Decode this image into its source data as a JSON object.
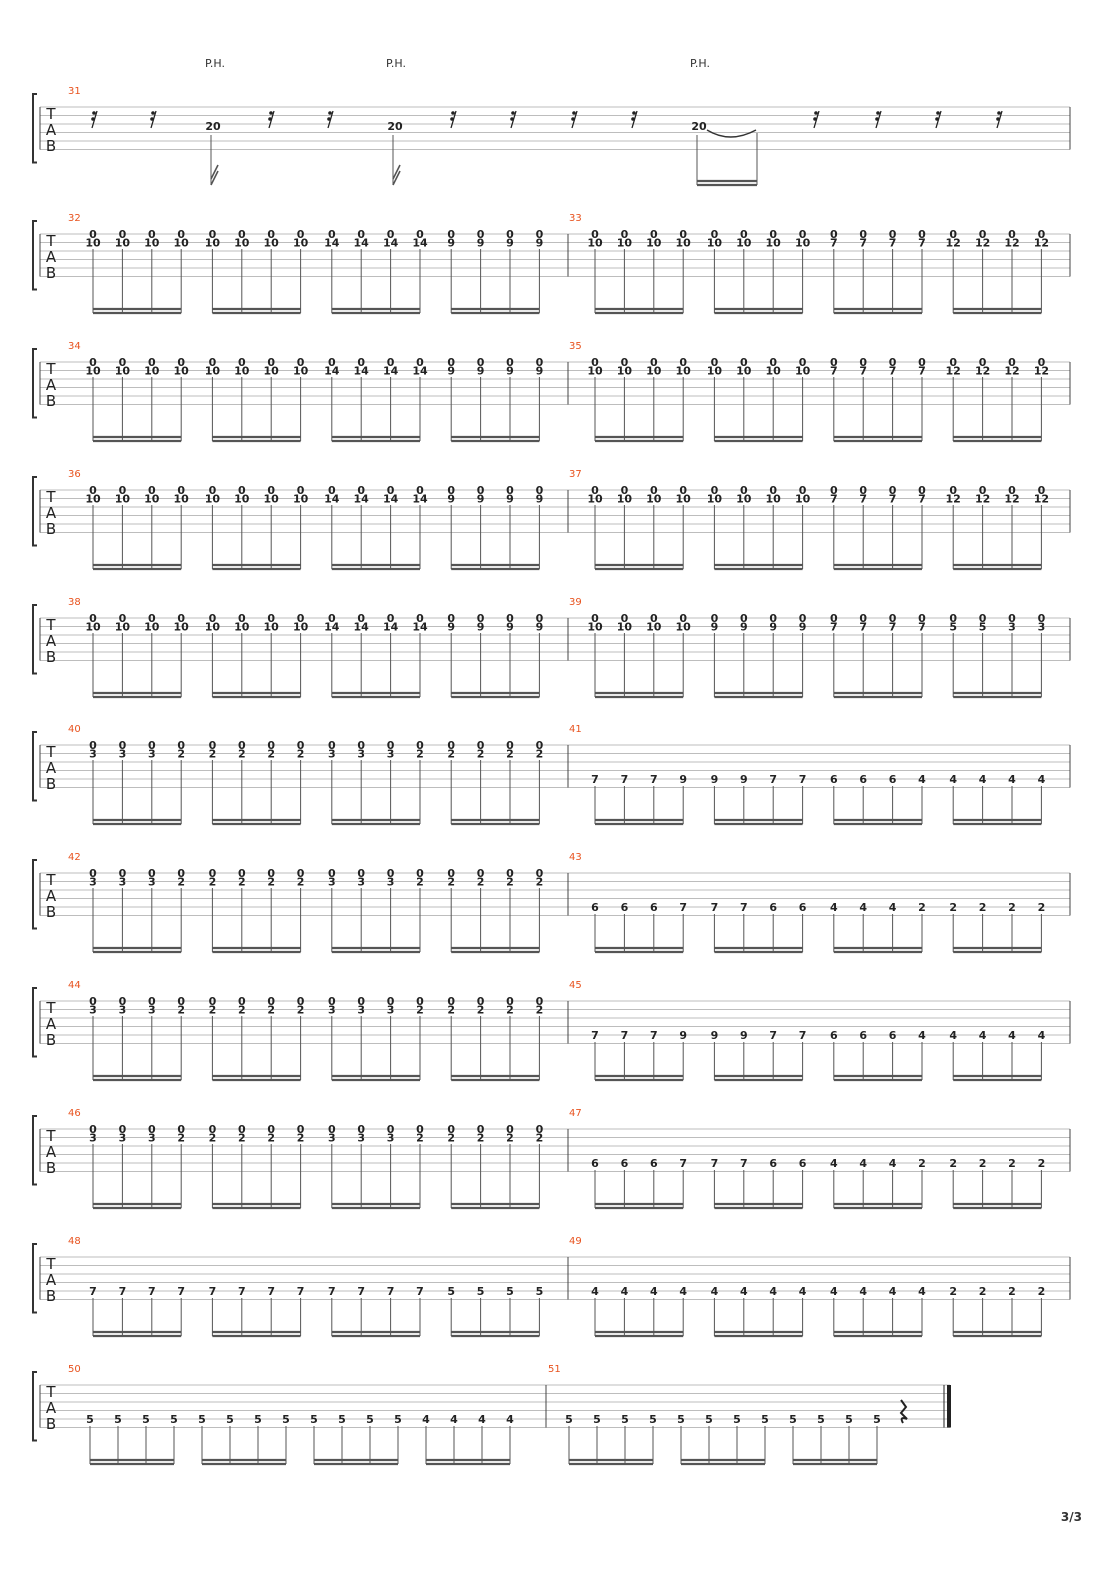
{
  "page_number": "3/3",
  "tab_clef_letters": [
    "T",
    "A",
    "B"
  ],
  "pattern_definitions": {
    "A": [
      [
        [
          "0",
          "10"
        ],
        [
          "0",
          "10"
        ],
        [
          "0",
          "10"
        ],
        [
          "0",
          "10"
        ]
      ],
      [
        [
          "0",
          "10"
        ],
        [
          "0",
          "10"
        ],
        [
          "0",
          "10"
        ],
        [
          "0",
          "10"
        ]
      ],
      [
        [
          "0",
          "14"
        ],
        [
          "0",
          "14"
        ],
        [
          "0",
          "14"
        ],
        [
          "0",
          "14"
        ]
      ],
      [
        [
          "0",
          "9"
        ],
        [
          "0",
          "9"
        ],
        [
          "0",
          "9"
        ],
        [
          "0",
          "9"
        ]
      ]
    ],
    "B": [
      [
        [
          "0",
          "10"
        ],
        [
          "0",
          "10"
        ],
        [
          "0",
          "10"
        ],
        [
          "0",
          "10"
        ]
      ],
      [
        [
          "0",
          "10"
        ],
        [
          "0",
          "10"
        ],
        [
          "0",
          "10"
        ],
        [
          "0",
          "10"
        ]
      ],
      [
        [
          "0",
          "7"
        ],
        [
          "0",
          "7"
        ],
        [
          "0",
          "7"
        ],
        [
          "0",
          "7"
        ]
      ],
      [
        [
          "0",
          "12"
        ],
        [
          "0",
          "12"
        ],
        [
          "0",
          "12"
        ],
        [
          "0",
          "12"
        ]
      ]
    ],
    "C": [
      [
        [
          "0",
          "3"
        ],
        [
          "0",
          "3"
        ],
        [
          "0",
          "3"
        ],
        [
          "0",
          "2"
        ]
      ],
      [
        [
          "0",
          "2"
        ],
        [
          "0",
          "2"
        ],
        [
          "0",
          "2"
        ],
        [
          "0",
          "2"
        ]
      ],
      [
        [
          "0",
          "3"
        ],
        [
          "0",
          "3"
        ],
        [
          "0",
          "3"
        ],
        [
          "0",
          "2"
        ]
      ],
      [
        [
          "0",
          "2"
        ],
        [
          "0",
          "2"
        ],
        [
          "0",
          "2"
        ],
        [
          "0",
          "2"
        ]
      ]
    ],
    "D": [
      [
        [
          "7"
        ],
        [
          "7"
        ],
        [
          "7"
        ],
        [
          "9"
        ]
      ],
      [
        [
          "9"
        ],
        [
          "9"
        ],
        [
          "7"
        ],
        [
          "7"
        ]
      ],
      [
        [
          "6"
        ],
        [
          "6"
        ],
        [
          "6"
        ],
        [
          "4"
        ]
      ],
      [
        [
          "4"
        ],
        [
          "4"
        ],
        [
          "4"
        ],
        [
          "4"
        ]
      ]
    ],
    "E": [
      [
        [
          "6"
        ],
        [
          "6"
        ],
        [
          "6"
        ],
        [
          "7"
        ]
      ],
      [
        [
          "7"
        ],
        [
          "7"
        ],
        [
          "6"
        ],
        [
          "6"
        ]
      ],
      [
        [
          "4"
        ],
        [
          "4"
        ],
        [
          "4"
        ],
        [
          "2"
        ]
      ],
      [
        [
          "2"
        ],
        [
          "2"
        ],
        [
          "2"
        ],
        [
          "2"
        ]
      ]
    ]
  },
  "systems": [
    {
      "annotations": [
        "P.H.",
        "P.H.",
        "P.H."
      ],
      "measures": [
        {
          "number": "31",
          "events": [
            "rest",
            "rest",
            "20",
            "rest",
            "rest",
            "20",
            "rest",
            "rest",
            "rest",
            "rest",
            "20",
            "rest",
            "rest",
            "rest",
            "rest"
          ]
        }
      ]
    },
    {
      "measures": [
        {
          "number": "32",
          "pattern": "A"
        },
        {
          "number": "33",
          "pattern": "B"
        }
      ]
    },
    {
      "measures": [
        {
          "number": "34",
          "pattern": "A"
        },
        {
          "number": "35",
          "pattern": "B"
        }
      ]
    },
    {
      "measures": [
        {
          "number": "36",
          "pattern": "A"
        },
        {
          "number": "37",
          "pattern": "B"
        }
      ]
    },
    {
      "measures": [
        {
          "number": "38",
          "pattern": "A"
        },
        {
          "number": "39",
          "groups": [
            [
              [
                "0",
                "10"
              ],
              [
                "0",
                "10"
              ],
              [
                "0",
                "10"
              ],
              [
                "0",
                "10"
              ]
            ],
            [
              [
                "0",
                "9"
              ],
              [
                "0",
                "9"
              ],
              [
                "0",
                "9"
              ],
              [
                "0",
                "9"
              ]
            ],
            [
              [
                "0",
                "7"
              ],
              [
                "0",
                "7"
              ],
              [
                "0",
                "7"
              ],
              [
                "0",
                "7"
              ]
            ],
            [
              [
                "0",
                "5"
              ],
              [
                "0",
                "5"
              ],
              [
                "0",
                "3"
              ],
              [
                "0",
                "3"
              ]
            ]
          ]
        }
      ]
    },
    {
      "measures": [
        {
          "number": "40",
          "pattern": "C"
        },
        {
          "number": "41",
          "pattern": "D"
        }
      ]
    },
    {
      "measures": [
        {
          "number": "42",
          "pattern": "C"
        },
        {
          "number": "43",
          "pattern": "E"
        }
      ]
    },
    {
      "measures": [
        {
          "number": "44",
          "pattern": "C"
        },
        {
          "number": "45",
          "pattern": "D"
        }
      ]
    },
    {
      "measures": [
        {
          "number": "46",
          "pattern": "C"
        },
        {
          "number": "47",
          "pattern": "E"
        }
      ]
    },
    {
      "measures": [
        {
          "number": "48",
          "groups": [
            [
              [
                "7"
              ],
              [
                "7"
              ],
              [
                "7"
              ],
              [
                "7"
              ]
            ],
            [
              [
                "7"
              ],
              [
                "7"
              ],
              [
                "7"
              ],
              [
                "7"
              ]
            ],
            [
              [
                "7"
              ],
              [
                "7"
              ],
              [
                "7"
              ],
              [
                "7"
              ]
            ],
            [
              [
                "5"
              ],
              [
                "5"
              ],
              [
                "5"
              ],
              [
                "5"
              ]
            ]
          ]
        },
        {
          "number": "49",
          "groups": [
            [
              [
                "4"
              ],
              [
                "4"
              ],
              [
                "4"
              ],
              [
                "4"
              ]
            ],
            [
              [
                "4"
              ],
              [
                "4"
              ],
              [
                "4"
              ],
              [
                "4"
              ]
            ],
            [
              [
                "4"
              ],
              [
                "4"
              ],
              [
                "4"
              ],
              [
                "4"
              ]
            ],
            [
              [
                "2"
              ],
              [
                "2"
              ],
              [
                "2"
              ],
              [
                "2"
              ]
            ]
          ]
        }
      ]
    },
    {
      "measures": [
        {
          "number": "50",
          "groups": [
            [
              [
                "5"
              ],
              [
                "5"
              ],
              [
                "5"
              ],
              [
                "5"
              ]
            ],
            [
              [
                "5"
              ],
              [
                "5"
              ],
              [
                "5"
              ],
              [
                "5"
              ]
            ],
            [
              [
                "5"
              ],
              [
                "5"
              ],
              [
                "5"
              ],
              [
                "5"
              ]
            ],
            [
              [
                "4"
              ],
              [
                "4"
              ],
              [
                "4"
              ],
              [
                "4"
              ]
            ]
          ]
        },
        {
          "number": "51",
          "groups": [
            [
              [
                "5"
              ],
              [
                "5"
              ],
              [
                "5"
              ],
              [
                "5"
              ]
            ],
            [
              [
                "5"
              ],
              [
                "5"
              ],
              [
                "5"
              ],
              [
                "5"
              ]
            ],
            [
              [
                "5"
              ],
              [
                "5"
              ],
              [
                "5"
              ],
              [
                "5"
              ]
            ]
          ],
          "ending_rest": "quarter"
        }
      ]
    }
  ]
}
